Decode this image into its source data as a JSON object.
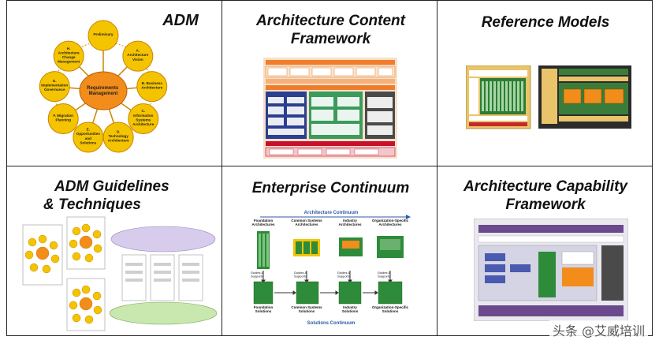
{
  "panels": {
    "adm": {
      "title": "ADM",
      "center": "Requirements Management",
      "phases": [
        "Preliminary",
        "A. Architecture Vision",
        "B. Business Architecture",
        "C. Information Systems Architecture",
        "D. Technology Architecture",
        "E. Opportunities and Solutions",
        "F. Migration Planning",
        "G. Implementation Governance",
        "H. Architecture Change Management"
      ]
    },
    "content": {
      "title_line1": "Architecture Content",
      "title_line2": "Framework"
    },
    "reference": {
      "title": "Reference Models"
    },
    "guidelines": {
      "title_line1": "ADM  Guidelines",
      "title_line2": "& Techniques"
    },
    "continuum": {
      "title": "Enterprise Continuum",
      "arch_label": "Architecture Continuum",
      "sol_label": "Solutions Continuum",
      "arch_cols": [
        "Foundation Architectures",
        "Common Systems Architectures",
        "Industry Architectures",
        "Organization-Specific Architectures"
      ],
      "sol_cols": [
        "Foundation Solutions",
        "Common Systems Solutions",
        "Industry Solutions",
        "Organization-Specific Solutions"
      ],
      "guides": "Guides & Supports"
    },
    "capability": {
      "title_line1": "Architecture Capability",
      "title_line2": "Framework"
    }
  },
  "watermark": "头条 @艾威培训",
  "colors": {
    "adm_node": "#f5c400",
    "adm_center": "#f28c1a",
    "content_orange": "#ef7d2b",
    "content_blue": "#2a3f8f",
    "content_green": "#3a9b5c",
    "content_red": "#c8102e",
    "continuum_green": "#2e8b3a",
    "capability_purple": "#6a4a8c"
  }
}
